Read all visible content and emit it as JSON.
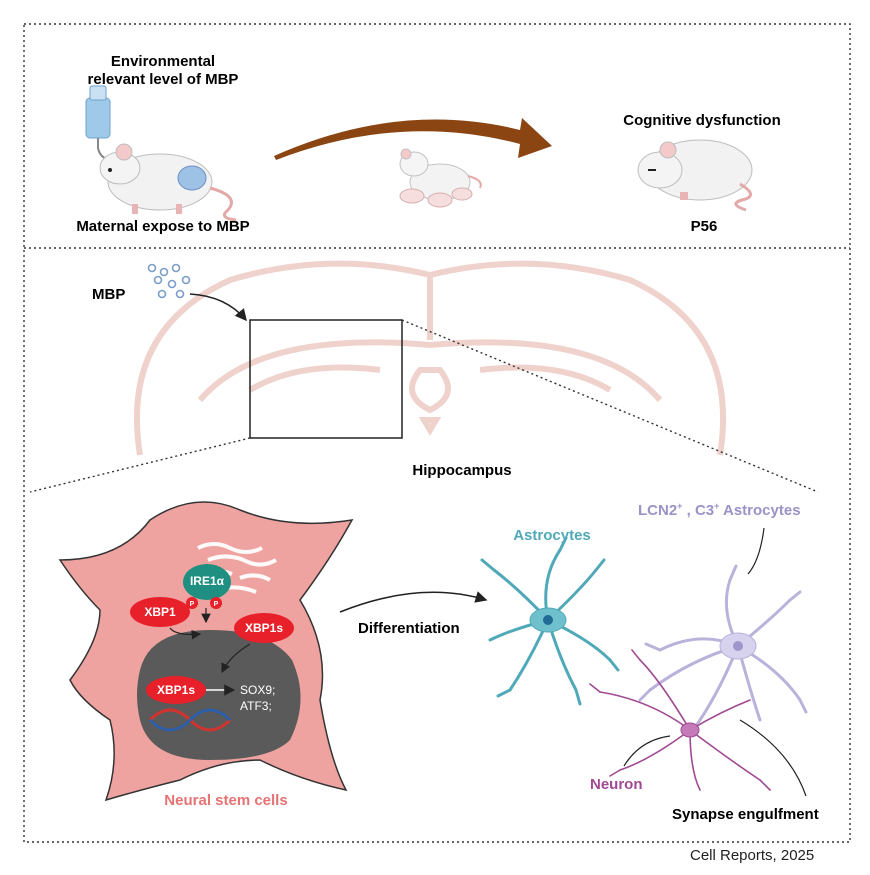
{
  "top_panel": {
    "environment_line1": "Environmental",
    "environment_line2": "relevant level of MBP",
    "maternal_expose": "Maternal expose to MBP",
    "cognitive_dysfunction": "Cognitive dysfunction",
    "age": "P56"
  },
  "brain_panel": {
    "mbp": "MBP",
    "hippocampus": "Hippocampus"
  },
  "cell_panel": {
    "ire1a": "IRE1α",
    "p_badge": "P",
    "xbp1": "XBP1",
    "xbp1s_cyto": "XBP1s",
    "xbp1s_nucleus": "XBP1s",
    "target_line1": "SOX9;",
    "target_line2": "ATF3;",
    "differentiation": "Differentiation",
    "astrocytes": "Astrocytes",
    "reactive_astrocytes_prefix": "LCN2",
    "reactive_astrocytes_sup1": "+",
    "reactive_astrocytes_middle": " , C3",
    "reactive_astrocytes_sup2": "+",
    "reactive_astrocytes_suffix": " Astrocytes",
    "neuron": "Neuron",
    "synapse": "Synapse engulfment",
    "neural_stem_cells": "Neural stem cells"
  },
  "citation": "Cell Reports, 2025",
  "colors": {
    "mbp_arrow": "#8B4513",
    "stem_cell": "#EFA3A0",
    "nucleus": "#5a5a5a",
    "protein_red": "#E8202A",
    "ire1_teal": "#1E8F80",
    "astrocyte_teal": "#4FA9B8",
    "reactive_lilac": "#B9B2DB",
    "neuron_purple": "#A04A93"
  }
}
